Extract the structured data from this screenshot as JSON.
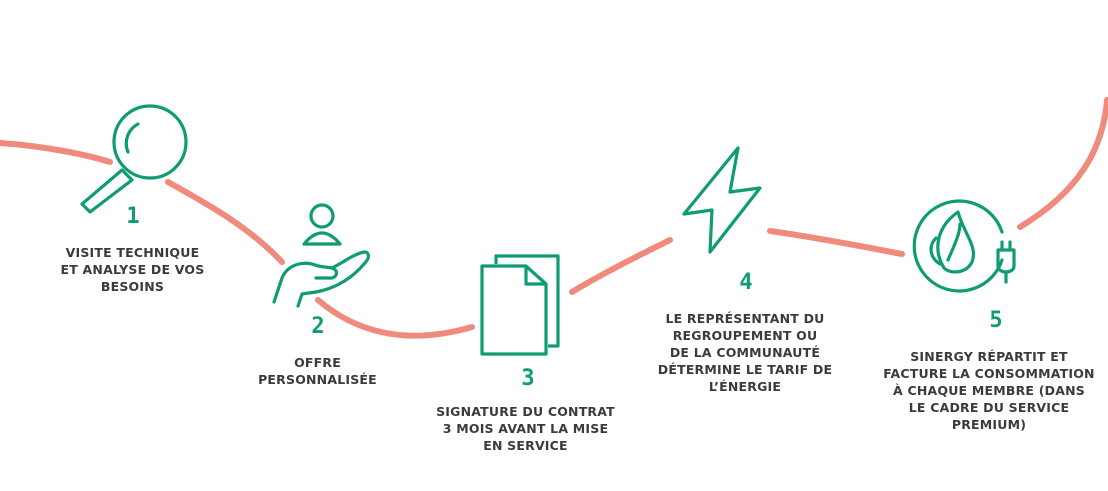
{
  "colors": {
    "accent": "#0e9c74",
    "path": "#f08a7d",
    "text": "#3b3b3b"
  },
  "steps": [
    {
      "number": "1",
      "icon": "magnifier-icon",
      "lines": [
        "VISITE TECHNIQUE",
        "ET ANALYSE DE VOS",
        "BESOINS"
      ]
    },
    {
      "number": "2",
      "icon": "hand-offer-icon",
      "lines": [
        "OFFRE",
        "PERSONNALISÉE"
      ]
    },
    {
      "number": "3",
      "icon": "documents-icon",
      "lines": [
        "SIGNATURE DU CONTRAT",
        "3 MOIS AVANT LA MISE",
        "EN SERVICE"
      ]
    },
    {
      "number": "4",
      "icon": "lightning-icon",
      "lines": [
        "LE REPRÉSENTANT DU",
        "REGROUPEMENT OU",
        "DE LA COMMUNAUTÉ",
        "DÉTERMINE LE TARIF DE",
        "L’ÉNERGIE"
      ]
    },
    {
      "number": "5",
      "icon": "leaf-plug-icon",
      "lines": [
        "SINERGY RÉPARTIT ET",
        "FACTURE LA CONSOMMATION",
        "À CHAQUE MEMBRE (DANS",
        "LE CADRE DU SERVICE",
        "PREMIUM)"
      ]
    }
  ]
}
